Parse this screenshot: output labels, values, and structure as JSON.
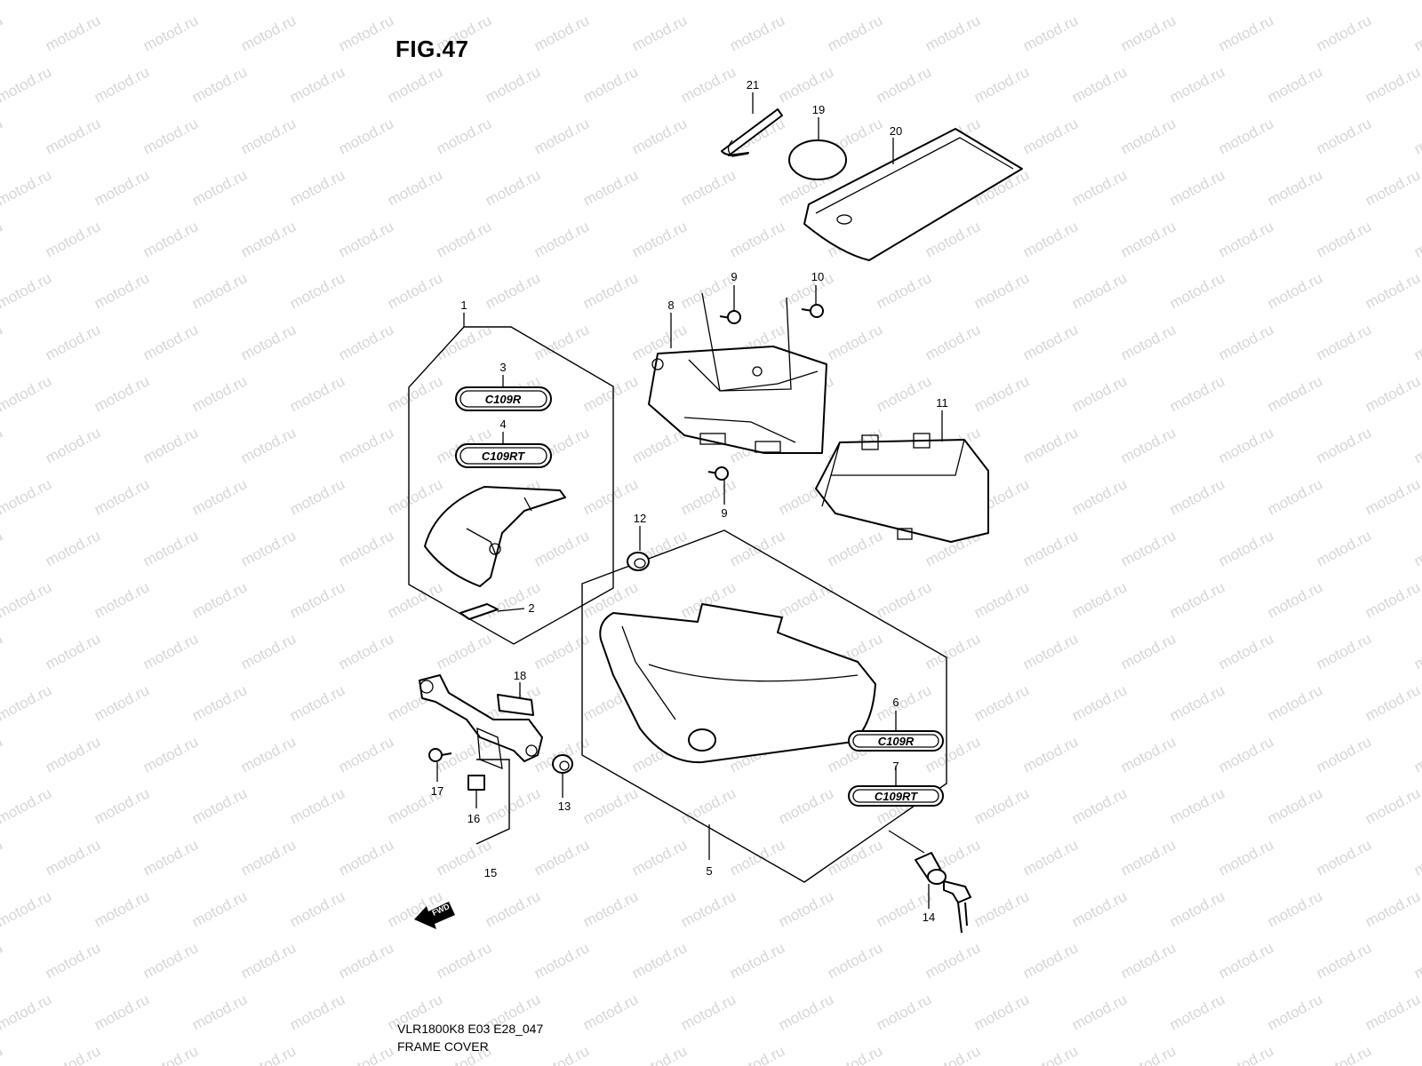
{
  "figure": {
    "title": "FIG.47",
    "model_code": "VLR1800K8 E03 E28_047",
    "section_name": "FRAME COVER",
    "watermark": "motod.ru",
    "fwd_label": "FWD"
  },
  "emblems": {
    "e3": "C109R",
    "e4": "C109RT",
    "e6": "C109R",
    "e7": "C109RT"
  },
  "callouts": [
    {
      "id": "c1",
      "label": "1"
    },
    {
      "id": "c2",
      "label": "2"
    },
    {
      "id": "c3",
      "label": "3"
    },
    {
      "id": "c4",
      "label": "4"
    },
    {
      "id": "c5",
      "label": "5"
    },
    {
      "id": "c6",
      "label": "6"
    },
    {
      "id": "c7",
      "label": "7"
    },
    {
      "id": "c8",
      "label": "8"
    },
    {
      "id": "c9a",
      "label": "9"
    },
    {
      "id": "c9b",
      "label": "9"
    },
    {
      "id": "c10",
      "label": "10"
    },
    {
      "id": "c11",
      "label": "11"
    },
    {
      "id": "c12",
      "label": "12"
    },
    {
      "id": "c13",
      "label": "13"
    },
    {
      "id": "c14",
      "label": "14"
    },
    {
      "id": "c15",
      "label": "15"
    },
    {
      "id": "c16",
      "label": "16"
    },
    {
      "id": "c17",
      "label": "17"
    },
    {
      "id": "c18",
      "label": "18"
    },
    {
      "id": "c19",
      "label": "19"
    },
    {
      "id": "c20",
      "label": "20"
    },
    {
      "id": "c21",
      "label": "21"
    }
  ]
}
